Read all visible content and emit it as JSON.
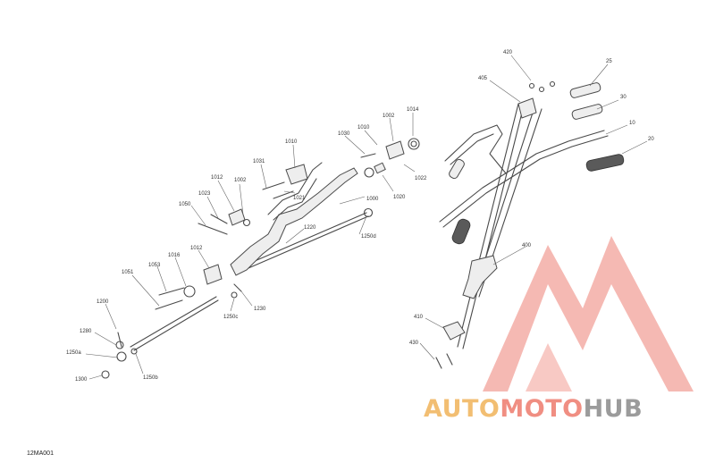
{
  "diagram": {
    "drawing_code": "12MA001"
  },
  "callouts": [
    {
      "id": "c420",
      "text": "420"
    },
    {
      "id": "c405",
      "text": "405"
    },
    {
      "id": "c25",
      "text": "25"
    },
    {
      "id": "c30",
      "text": "30"
    },
    {
      "id": "c10",
      "text": "10"
    },
    {
      "id": "c20",
      "text": "20"
    },
    {
      "id": "c1014",
      "text": "1014"
    },
    {
      "id": "c1002",
      "text": "1002"
    },
    {
      "id": "c1010a",
      "text": "1010"
    },
    {
      "id": "c1030",
      "text": "1030"
    },
    {
      "id": "c1010b",
      "text": "1010"
    },
    {
      "id": "c1022",
      "text": "1022"
    },
    {
      "id": "c1020",
      "text": "1020"
    },
    {
      "id": "c1000",
      "text": "1000"
    },
    {
      "id": "c1031",
      "text": "1031"
    },
    {
      "id": "c1021",
      "text": "1021"
    },
    {
      "id": "c1012a",
      "text": "1012"
    },
    {
      "id": "c1002b",
      "text": "1002"
    },
    {
      "id": "c1023",
      "text": "1023"
    },
    {
      "id": "c1050",
      "text": "1050"
    },
    {
      "id": "c1220",
      "text": "1220"
    },
    {
      "id": "c1250d",
      "text": "1250d"
    },
    {
      "id": "c1012b",
      "text": "1012"
    },
    {
      "id": "c1016",
      "text": "1016"
    },
    {
      "id": "c1053",
      "text": "1053"
    },
    {
      "id": "c1051",
      "text": "1051"
    },
    {
      "id": "c1200",
      "text": "1200"
    },
    {
      "id": "c1230",
      "text": "1230"
    },
    {
      "id": "c1250c",
      "text": "1250c"
    },
    {
      "id": "c1280",
      "text": "1280"
    },
    {
      "id": "c1250a",
      "text": "1250a"
    },
    {
      "id": "c1250b",
      "text": "1250b"
    },
    {
      "id": "c1300",
      "text": "1300"
    },
    {
      "id": "c400",
      "text": "400"
    },
    {
      "id": "c410",
      "text": "410"
    },
    {
      "id": "c430",
      "text": "430"
    }
  ],
  "watermark": {
    "logo_text": "AUTOMOTOHUB",
    "colors": {
      "auto": "#f0b35a",
      "moto": "#ee7b6d",
      "hub": "#8a8a8a",
      "triangle": "#f08a80"
    }
  }
}
